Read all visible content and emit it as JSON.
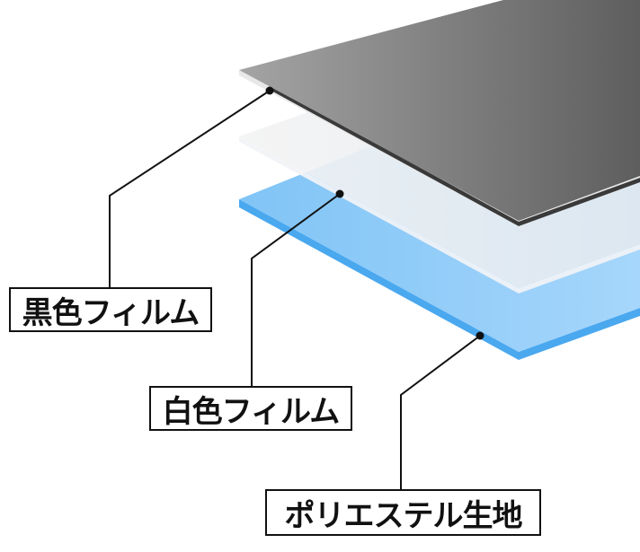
{
  "layers": [
    {
      "label": "黒色フィルム",
      "color": "#7a7a7a"
    },
    {
      "label": "白色フィルム",
      "color": "#eef1f5"
    },
    {
      "label": "ポリエステル生地",
      "color": "#8ecbf5"
    }
  ]
}
